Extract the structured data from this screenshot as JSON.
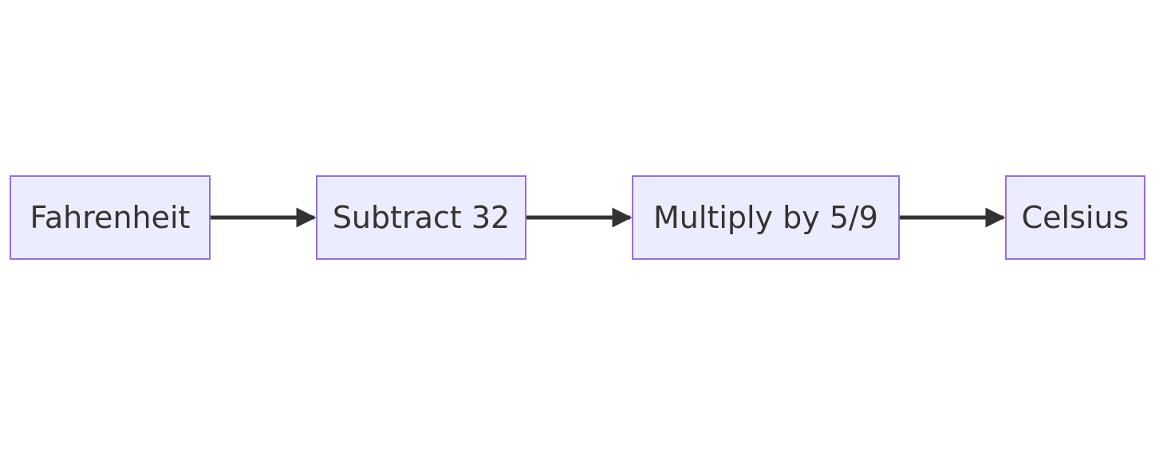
{
  "flowchart": {
    "direction": "left-to-right",
    "colors": {
      "node_fill": "#ececff",
      "node_border": "#9370db",
      "text": "#333333",
      "edge": "#333333"
    },
    "nodes": [
      {
        "id": "fahrenheit",
        "label": "Fahrenheit"
      },
      {
        "id": "subtract",
        "label": "Subtract 32"
      },
      {
        "id": "multiply",
        "label": "Multiply by 5/9"
      },
      {
        "id": "celsius",
        "label": "Celsius"
      }
    ],
    "edges": [
      {
        "from": "fahrenheit",
        "to": "subtract"
      },
      {
        "from": "subtract",
        "to": "multiply"
      },
      {
        "from": "multiply",
        "to": "celsius"
      }
    ]
  }
}
